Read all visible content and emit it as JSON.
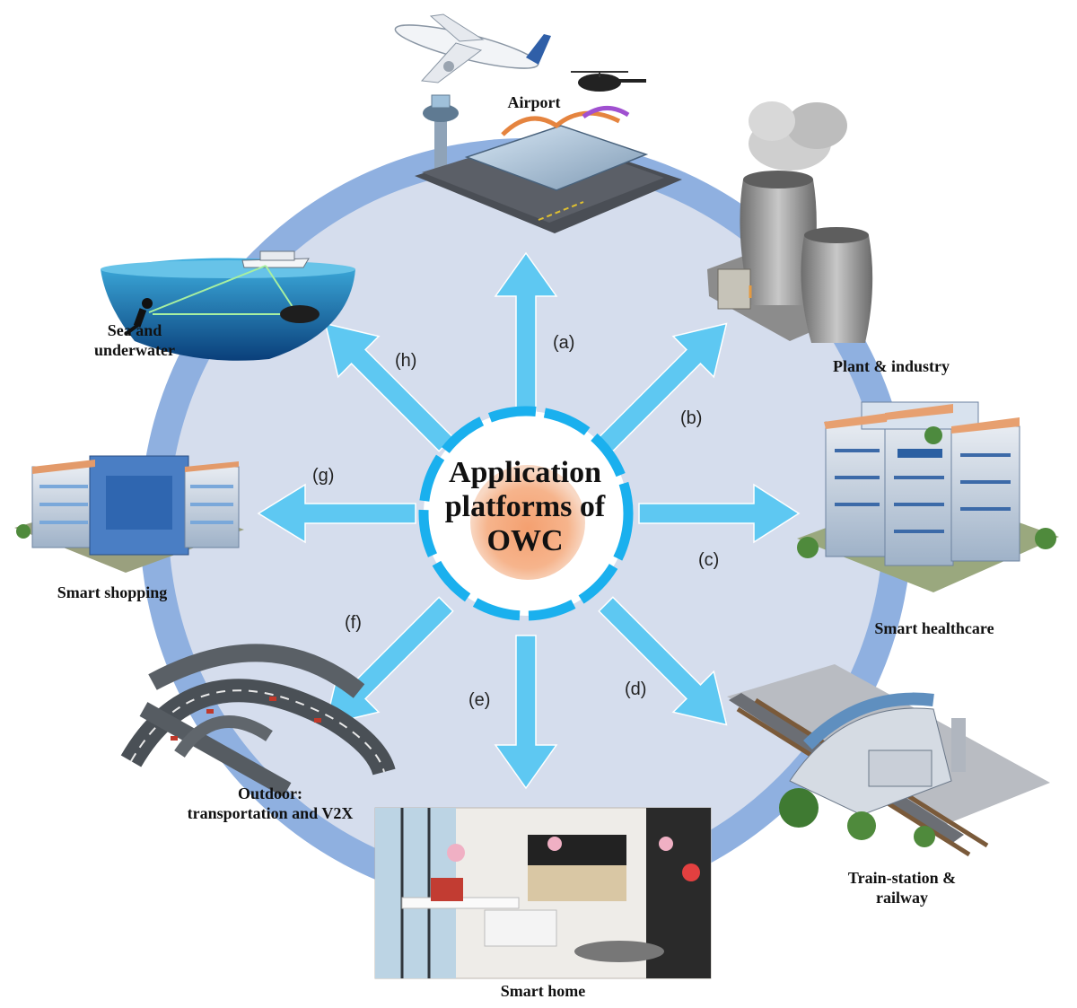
{
  "center": {
    "line1": "Application",
    "line2": "platforms of",
    "line3": "OWC"
  },
  "arrows": [
    {
      "id": "a",
      "label": "(a)"
    },
    {
      "id": "b",
      "label": "(b)"
    },
    {
      "id": "c",
      "label": "(c)"
    },
    {
      "id": "d",
      "label": "(d)"
    },
    {
      "id": "e",
      "label": "(e)"
    },
    {
      "id": "f",
      "label": "(f)"
    },
    {
      "id": "g",
      "label": "(g)"
    },
    {
      "id": "h",
      "label": "(h)"
    }
  ],
  "platforms": {
    "airport": {
      "label": "Airport"
    },
    "plant": {
      "label": "Plant & industry"
    },
    "healthcare": {
      "label": "Smart healthcare"
    },
    "train": {
      "line1": "Train-station &",
      "line2": "railway"
    },
    "home": {
      "label": "Smart home"
    },
    "outdoor": {
      "line1": "Outdoor:",
      "line2": "transportation and V2X"
    },
    "shopping": {
      "label": "Smart shopping"
    },
    "sea": {
      "line1": "Sea and",
      "line2": "underwater"
    }
  },
  "colors": {
    "ring": "#8fb0e0",
    "disc": "#d5dded",
    "arrow": "#5ec8f2",
    "hub_ring": "#1ab0ee",
    "hub_glow": "#f59a6a"
  }
}
